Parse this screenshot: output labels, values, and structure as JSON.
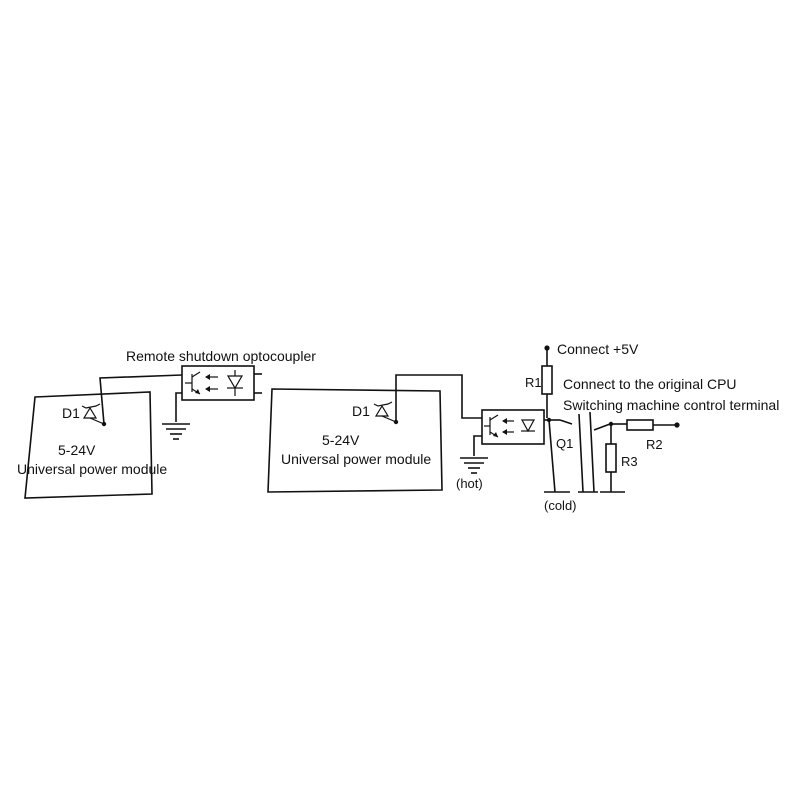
{
  "labels": {
    "remote_optocoupler": "Remote shutdown optocoupler",
    "left_module_d1": "D1",
    "left_module_voltage": "5-24V",
    "left_module_name": "Universal power module",
    "right_module_d1": "D1",
    "right_module_voltage": "5-24V",
    "right_module_name": "Universal power module",
    "hot": "(hot)",
    "cold": "(cold)",
    "r1": "R1",
    "r2": "R2",
    "r3": "R3",
    "q1": "Q1",
    "connect_5v": "Connect +5V",
    "connect_cpu_line1": "Connect to the original CPU",
    "connect_cpu_line2": "Switching machine control terminal"
  },
  "icons": {
    "ground": "ground-icon",
    "optocoupler": "optocoupler-icon",
    "resistor": "resistor-icon",
    "transistor": "npn-transistor-icon",
    "zener": "zener-diode-icon"
  }
}
